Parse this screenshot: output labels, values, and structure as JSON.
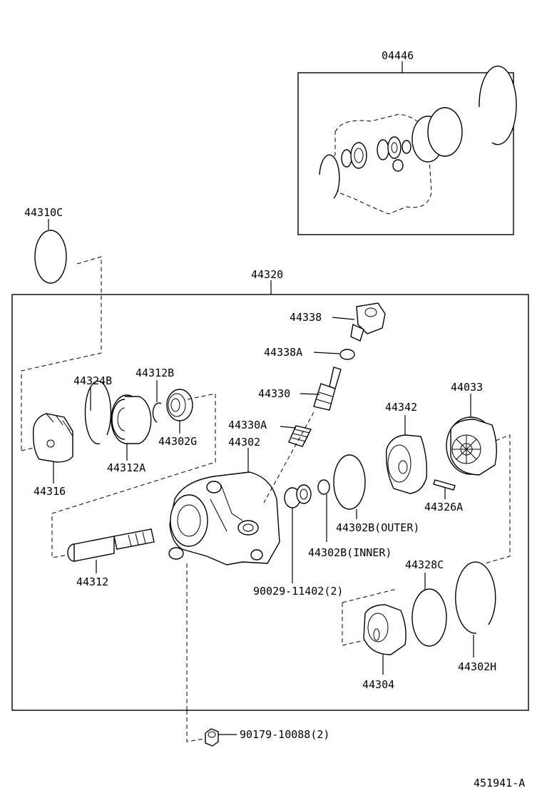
{
  "labels": {
    "p04446": "04446",
    "p44310C": "44310C",
    "p44320": "44320",
    "p44338": "44338",
    "p44338A": "44338A",
    "p44330": "44330",
    "p44330A": "44330A",
    "p44302": "44302",
    "p44324B": "44324B",
    "p44312B": "44312B",
    "p44302G": "44302G",
    "p44312A": "44312A",
    "p44316": "44316",
    "p44312": "44312",
    "p44342": "44342",
    "p44033": "44033",
    "p44326A": "44326A",
    "p44302B_outer": "44302B(OUTER)",
    "p44302B_inner": "44302B(INNER)",
    "p44328C": "44328C",
    "p90029": "90029-11402(2)",
    "p44304": "44304",
    "p44302H": "44302H",
    "p90179": "90179-10088(2)",
    "diagram_id": "451941-A"
  }
}
